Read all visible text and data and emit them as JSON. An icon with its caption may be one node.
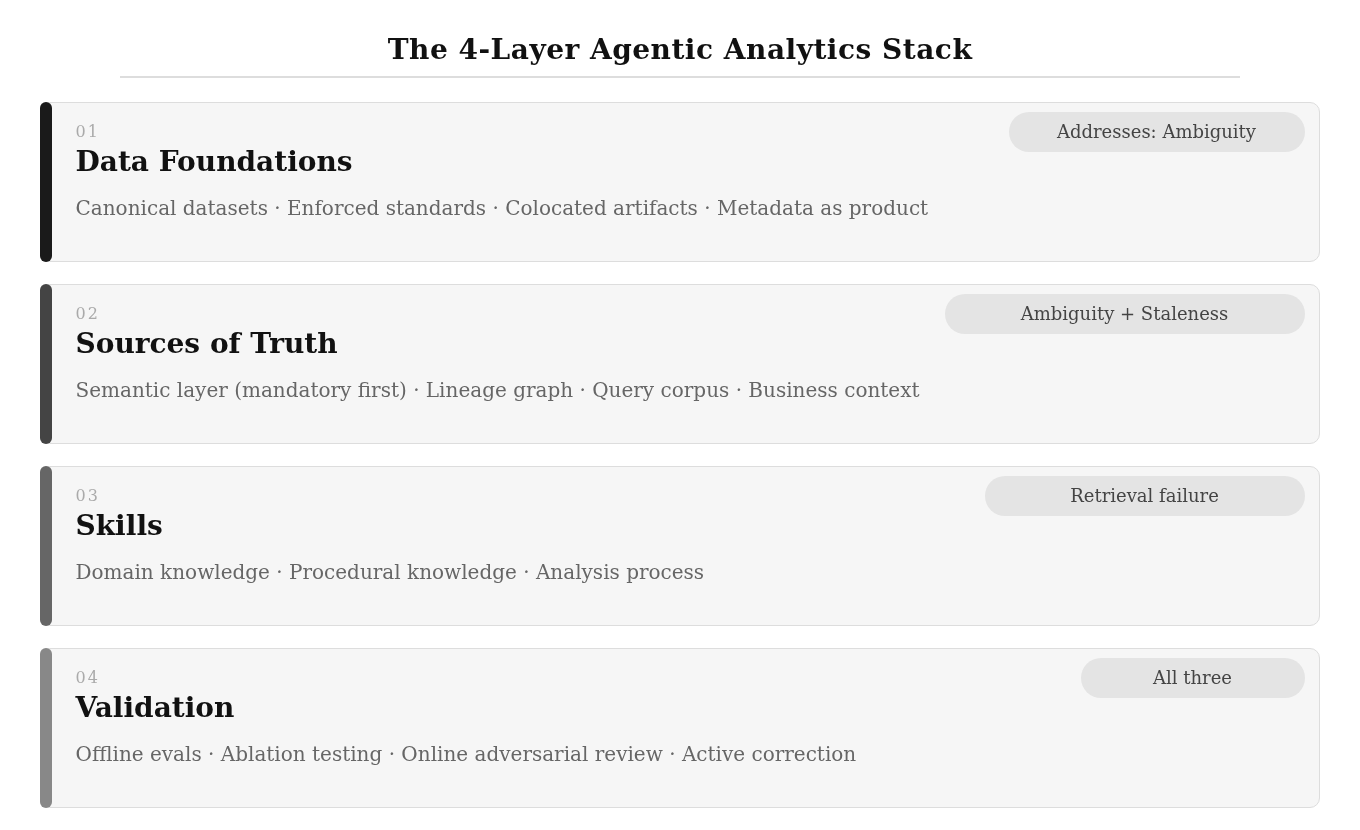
{
  "diagram": {
    "title": "The 4-Layer Agentic Analytics Stack",
    "nodes": [
      {
        "text": [
          "01",
          "Data Foundations",
          "Canonical datasets · Enforced standards · Colocated artifacts · Metadata as product"
        ]
      },
      {
        "text": [
          "Addresses: Ambiguity"
        ],
        "in": 0
      },
      {
        "text": [
          "02",
          "Sources of Truth",
          "Semantic layer (mandatory first) · Lineage graph · Query corpus · Business context"
        ]
      },
      {
        "text": [
          "Ambiguity + Staleness"
        ],
        "in": 2
      },
      {
        "text": [
          "03",
          "Skills",
          "Domain knowledge · Procedural knowledge · Analysis process"
        ]
      },
      {
        "text": [
          "Retrieval failure"
        ],
        "in": 4
      },
      {
        "text": [
          "04",
          "Validation",
          "Offline evals · Ablation testing · Online adversarial review · Active correction"
        ]
      },
      {
        "text": [
          "All three"
        ],
        "in": 6
      }
    ]
  }
}
